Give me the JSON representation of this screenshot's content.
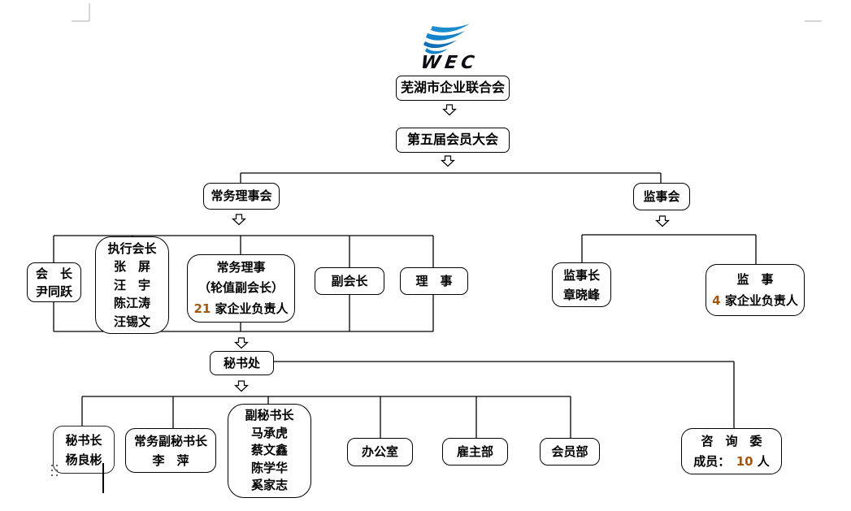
{
  "logo": {
    "text": "WEC",
    "swirl_color": "#1283c8",
    "text_color": "#0b0b14"
  },
  "colors": {
    "number_accent": "#a4560d",
    "line": "#000000",
    "crop_mark": "#c9c9c9"
  },
  "nodes": {
    "federation": {
      "label": "芜湖市企业联合会"
    },
    "congress": {
      "label": "第五届会员大会"
    },
    "council": {
      "label": "常务理事会"
    },
    "supervisory_board": {
      "label": "监事会"
    },
    "president": {
      "lines": [
        "会　长",
        "尹同跃"
      ]
    },
    "executive_presidents": {
      "lines": [
        "执行会长",
        "张　屏",
        "汪　宇",
        "陈江涛",
        "汪锡文"
      ]
    },
    "standing_directors": {
      "line1": "常务理事",
      "line2": "（轮值副会长）",
      "count": "21",
      "count_suffix": " 家企业负责人"
    },
    "vice_president": {
      "label": "副会长"
    },
    "directors": {
      "label": "理　事"
    },
    "chief_supervisor": {
      "lines": [
        "监事长",
        "章晓峰"
      ]
    },
    "supervisors": {
      "line1": "监　事",
      "count": "4",
      "count_suffix": " 家企业负责人"
    },
    "secretariat": {
      "label": "秘书处"
    },
    "secretary_general": {
      "lines": [
        "秘书长",
        "杨良彬"
      ]
    },
    "executive_deputy_sg": {
      "lines": [
        "常务副秘书长",
        "李　萍"
      ]
    },
    "deputy_sg": {
      "lines": [
        "副秘书长",
        "马承虎",
        "蔡文鑫",
        "陈学华",
        "奚家志"
      ]
    },
    "office": {
      "label": "办公室"
    },
    "employer_dept": {
      "label": "雇主部"
    },
    "membership_dept": {
      "label": "会员部"
    },
    "advisory_committee": {
      "line1": "咨　询　委",
      "members_prefix": "成员：　",
      "count": "10",
      "count_suffix": " 人"
    }
  }
}
